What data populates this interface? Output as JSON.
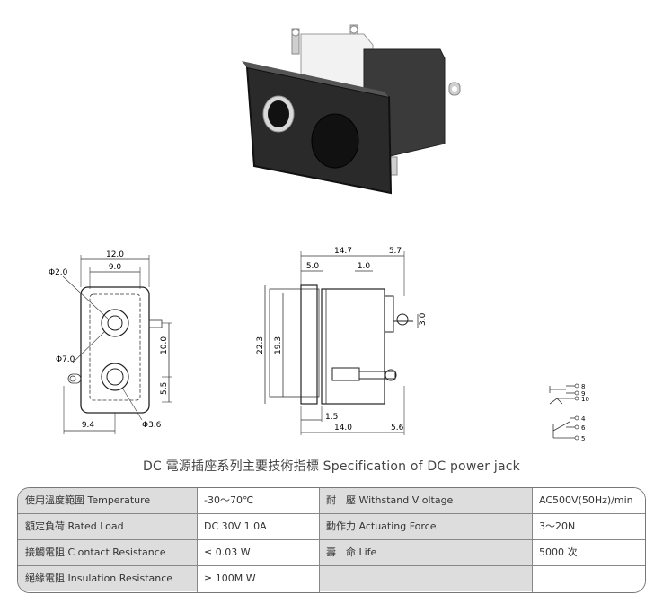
{
  "title": "DC  電源插座系列主要技術指標 Specification of DC power jack",
  "front_view": {
    "width_outer": "12.0",
    "width_inner": "9.0",
    "hole_top": "Φ2.0",
    "hole_mid": "Φ7.0",
    "hole_bottom": "Φ3.6",
    "pitch": "10.0",
    "bottom_offset": "5.5",
    "lead_span": "9.4"
  },
  "side_view": {
    "total_length": "14.7",
    "tail_length": "5.7",
    "flange_depth": "5.0",
    "pin_offset": "1.0",
    "pin_height": "3.0",
    "outer_height": "22.3",
    "inner_height": "19.3",
    "flange_thickness": "1.5",
    "body_length": "14.0",
    "pin_length": "5.6"
  },
  "schematic": {
    "pins": [
      "8",
      "9",
      "10",
      "4",
      "6",
      "5"
    ]
  },
  "spec": {
    "rows": [
      {
        "label1": "使用溫度範圍 Temperature",
        "value1": "-30～70℃",
        "label2": "耐　壓  Withstand V oltage",
        "value2": "AC500V(50Hz)/min"
      },
      {
        "label1": "額定負荷  Rated Load",
        "value1": "DC  30V  1.0A",
        "label2": "動作力  Actuating Force",
        "value2": "3～20N"
      },
      {
        "label1": "接觸電阻  C ontact Resistance",
        "value1": "≤ 0.03 W",
        "label2": "壽　命  Life",
        "value2": "5000 次"
      },
      {
        "label1": "絕緣電阻  Insulation Resistance",
        "value1": "≥ 100M W",
        "label2": "",
        "value2": ""
      }
    ]
  }
}
